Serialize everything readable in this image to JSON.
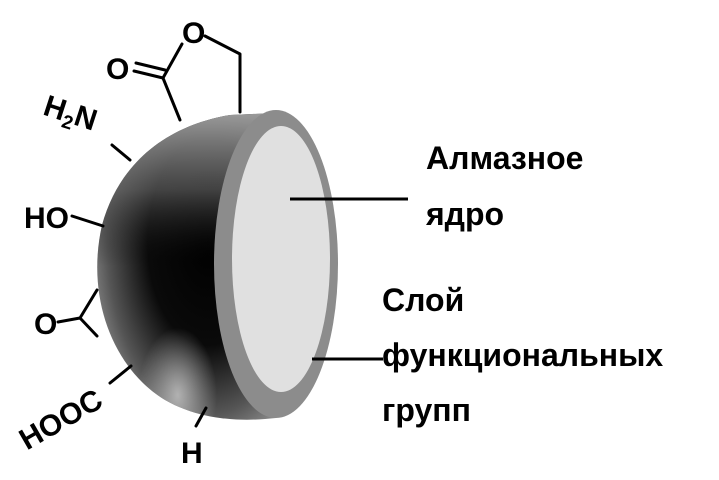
{
  "diagram": {
    "labels": {
      "core_line1": "Алмазное",
      "core_line2": "ядро",
      "layer_line1": "Слой",
      "layer_line2": "функциональных",
      "layer_line3": "групп"
    },
    "groups": {
      "amine": "H2N",
      "hydroxyl": "HO",
      "carbonyl_o": "O",
      "carboxyl": "HOOC",
      "hydrogen": "H",
      "lactone_ring_o": "O",
      "lactone_carbonyl_o": "O"
    },
    "colors": {
      "core_face": "#e0e0e0",
      "rim": "#8c8c8c",
      "shell_dark": "#000000",
      "shell_light": "#a0a0a0"
    }
  }
}
